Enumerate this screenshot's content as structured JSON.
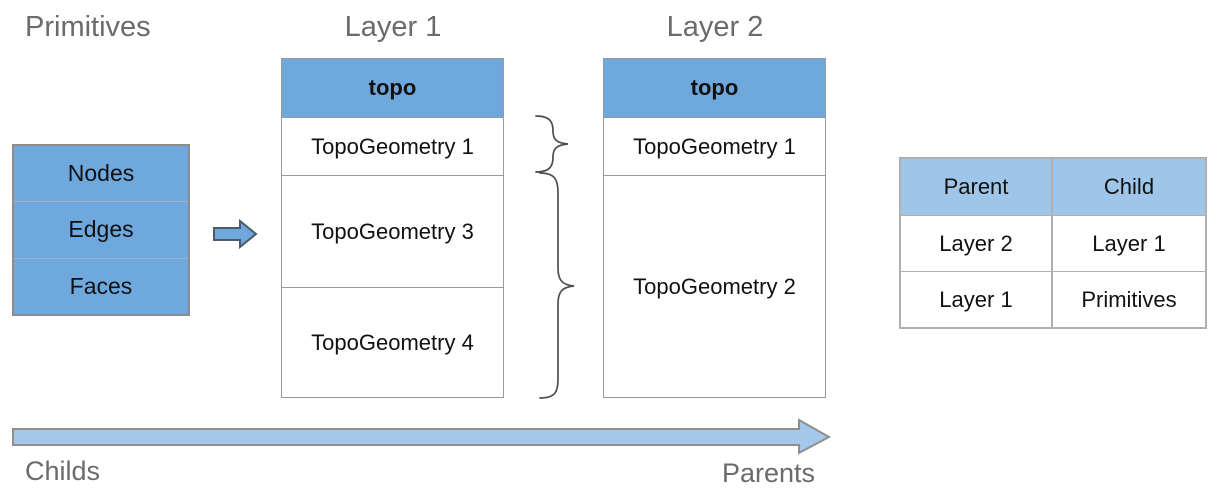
{
  "titles": {
    "primitives": "Primitives",
    "layer1": "Layer 1",
    "layer2": "Layer 2"
  },
  "primitives_box": {
    "rows": [
      "Nodes",
      "Edges",
      "Faces"
    ]
  },
  "layer1_table": {
    "header": "topo",
    "rows": [
      "TopoGeometry 1",
      "TopoGeometry 3",
      "TopoGeometry 4"
    ]
  },
  "layer2_table": {
    "header": "topo",
    "rows": [
      "TopoGeometry 1",
      "TopoGeometry 2"
    ]
  },
  "hierarchy_table": {
    "headers": [
      "Parent",
      "Child"
    ],
    "rows": [
      [
        "Layer 2",
        "Layer 1"
      ],
      [
        "Layer 1",
        "Primitives"
      ]
    ]
  },
  "axis": {
    "left_label": "Childs",
    "right_label": "Parents"
  },
  "icons": {
    "small_arrow": "right-block-arrow",
    "flow_arrow": "right-block-arrow-long",
    "brace_small": "curly-brace-right",
    "brace_large": "curly-brace-right"
  },
  "colors": {
    "medium_blue": "#6fa8dc",
    "light_blue": "#9fc5e8",
    "flow_arrow_fill": "#a5c7e9",
    "title_gray": "#6b6b6b",
    "table_border": "#9a9a9a",
    "brace_stroke": "#4d4d4d"
  }
}
